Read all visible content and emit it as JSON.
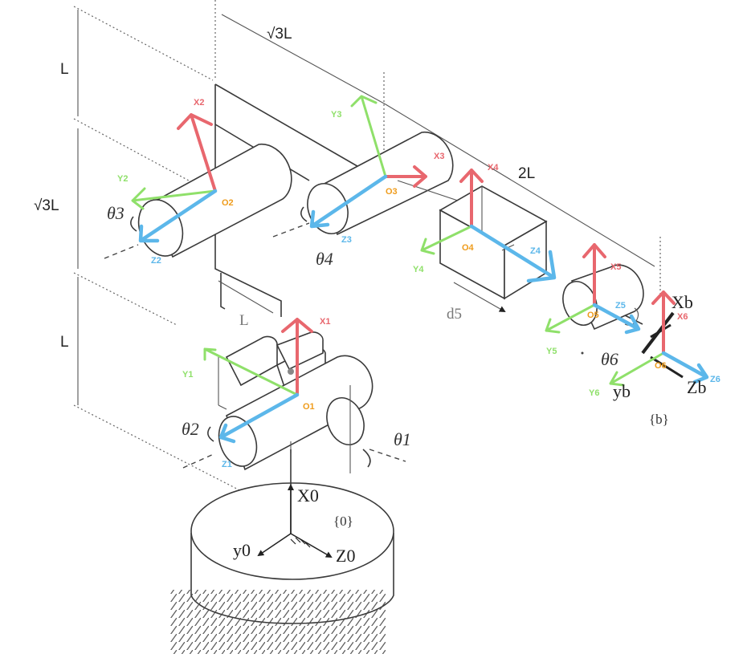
{
  "dimensions": {
    "top_L": "L",
    "mid_sqrt3L": "√3L",
    "bot_L": "L",
    "top_sqrt3L": "√3L",
    "right_2L": "2L",
    "small_L": "L",
    "d5": "d5"
  },
  "joint_angles": {
    "theta1": "θ1",
    "theta2": "θ2",
    "theta3": "θ3",
    "theta4": "θ4",
    "theta6": "θ6"
  },
  "base_frame": {
    "x0": "X0",
    "y0": "y0",
    "z0": "Z0",
    "label": "{0}"
  },
  "end_frame": {
    "xb": "Xb",
    "yb": "yb",
    "zb": "Zb",
    "label": "{b}"
  },
  "frames": [
    {
      "origin": "O1",
      "x": "X1",
      "y": "Y1",
      "z": "Z1"
    },
    {
      "origin": "O2",
      "x": "X2",
      "y": "Y2",
      "z": "Z2"
    },
    {
      "origin": "O3",
      "x": "X3",
      "y": "Y3",
      "z": "Z3"
    },
    {
      "origin": "O4",
      "x": "X4",
      "y": "Y4",
      "z": "Z4"
    },
    {
      "origin": "O5",
      "x": "X5",
      "y": "Y5",
      "z": "Z5"
    },
    {
      "origin": "O6",
      "x": "X6",
      "y": "Y6",
      "z": "Z6"
    }
  ],
  "colors": {
    "x_axis": "#e8676e",
    "y_axis": "#8fe06a",
    "z_axis": "#5cb7ea",
    "origin": "#ef9c1c"
  }
}
